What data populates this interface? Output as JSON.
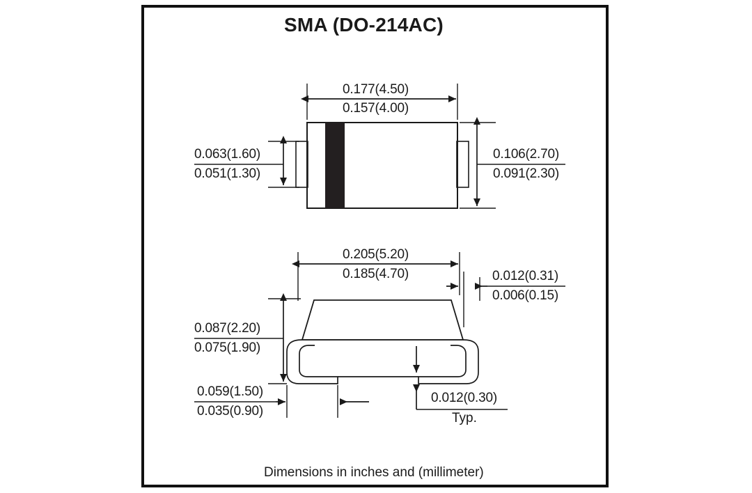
{
  "title": "SMA (DO-214AC)",
  "caption": "Dimensions in inches and (millimeter)",
  "typ_label": "Typ.",
  "colors": {
    "frame": "#111111",
    "line": "#1a1a1a",
    "band": "#231f20",
    "background": "#ffffff"
  },
  "top_view": {
    "width_dim": {
      "max": "0.177(4.50)",
      "min": "0.157(4.00)"
    },
    "tab_height_dim": {
      "max": "0.063(1.60)",
      "min": "0.051(1.30)"
    },
    "body_height_dim": {
      "max": "0.106(2.70)",
      "min": "0.091(2.30)"
    }
  },
  "side_view": {
    "length_dim": {
      "max": "0.205(5.20)",
      "min": "0.185(4.70)"
    },
    "lead_thickness_dim": {
      "max": "0.012(0.31)",
      "min": "0.006(0.15)"
    },
    "height_dim": {
      "max": "0.087(2.20)",
      "min": "0.075(1.90)"
    },
    "foot_length_dim": {
      "max": "0.059(1.50)",
      "min": "0.035(0.90)"
    },
    "standoff_dim": {
      "value": "0.012(0.30)"
    }
  }
}
